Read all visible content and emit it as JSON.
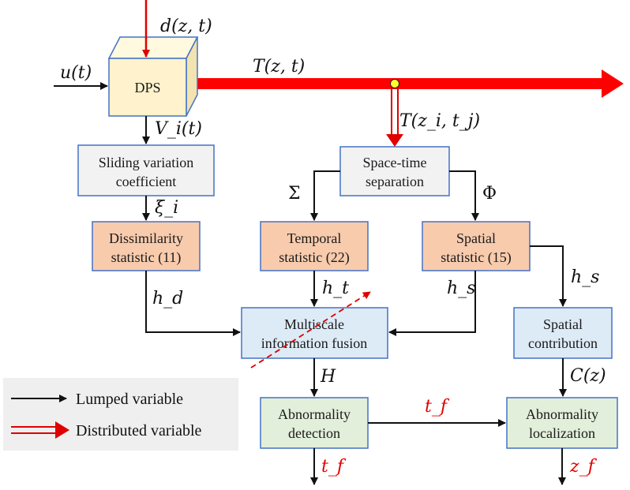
{
  "boxes": {
    "dps": "DPS",
    "sliding": [
      "Sliding variation",
      "coefficient"
    ],
    "dissimilarity": [
      "Dissimilarity",
      "statistic (11)"
    ],
    "space_time": [
      "Space-time",
      "separation"
    ],
    "temporal": [
      "Temporal",
      "statistic (22)"
    ],
    "spatial": [
      "Spatial",
      "statistic (15)"
    ],
    "fusion": [
      "Multiscale",
      "information fusion"
    ],
    "spatial_contrib": [
      "Spatial",
      "contribution"
    ],
    "detection": [
      "Abnormality",
      "detection"
    ],
    "localization": [
      "Abnormality",
      "localization"
    ]
  },
  "labels": {
    "disturbance": "d(z, t)",
    "input": "u(t)",
    "output_field": "T(z, t)",
    "sampled": "T(z_i, t_j)",
    "vi": "V_i(t)",
    "xi": "ξ_i",
    "sigma": "Σ",
    "phi": "Φ",
    "hd": "h_d",
    "ht": "h_t",
    "hs_left": "h_s",
    "hs_right": "h_s",
    "H": "H",
    "cz": "C(z)",
    "tf_mid": "t_f",
    "tf_out": "t_f",
    "zf_out": "z_f"
  },
  "legend": {
    "lumped": "Lumped variable",
    "distributed": "Distributed variable"
  },
  "colors": {
    "box_border": "#4472c4",
    "grey_fill": "#f2f2f2",
    "orange_fill": "#f8cbad",
    "blue_fill": "#ddebf7",
    "green_fill": "#e2efda",
    "cube_fill": "#fff2cc",
    "red": "#ff0000",
    "legend_bg": "#efefef"
  }
}
